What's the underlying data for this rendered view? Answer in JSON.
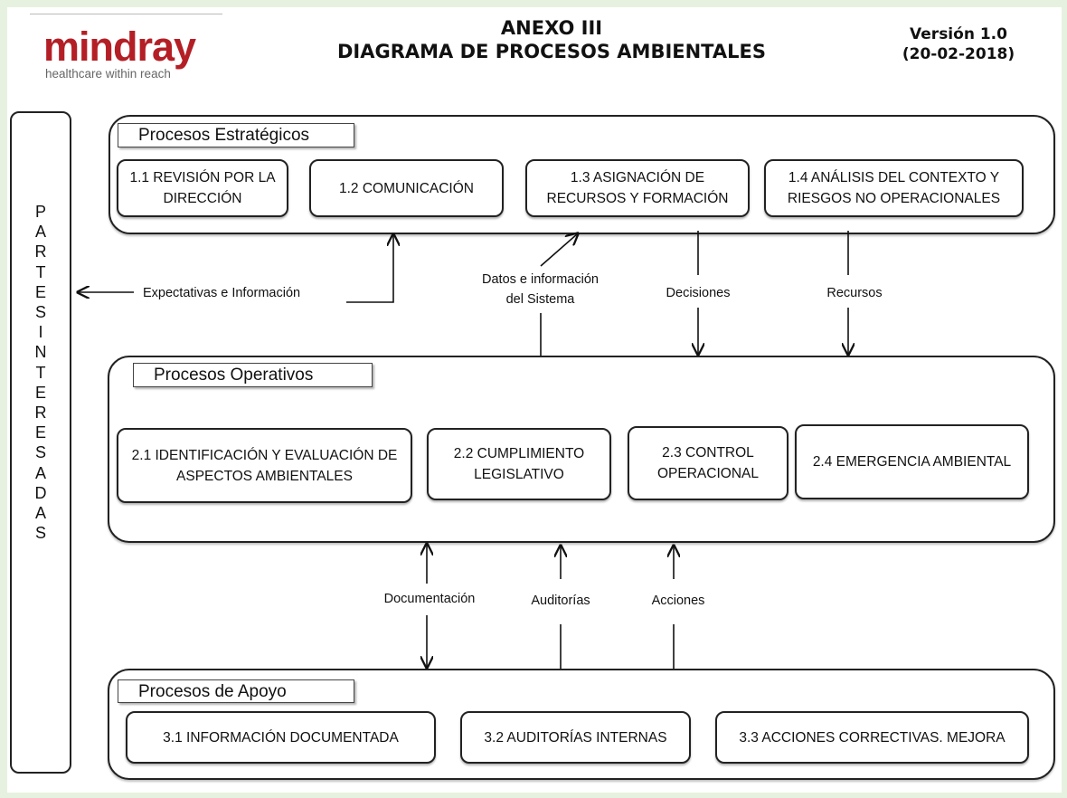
{
  "header": {
    "logo": "mindray",
    "tagline": "healthcare within reach",
    "title_line1": "ANEXO III",
    "title_line2": "DIAGRAMA DE PROCESOS AMBIENTALES",
    "version_line1": "Versión 1.0",
    "version_line2": "(20-02-2018)"
  },
  "side_panel": {
    "letters": [
      "P",
      "A",
      "R",
      "T",
      "E",
      "S",
      "I",
      "N",
      "T",
      "E",
      "R",
      "E",
      "S",
      "A",
      "D",
      "A",
      "S"
    ]
  },
  "strategic": {
    "title": "Procesos  Estratégicos",
    "boxes": [
      "1.1 REVISIÓN POR LA DIRECCIÓN",
      "1.2 COMUNICACIÓN",
      "1.3 ASIGNACIÓN DE RECURSOS Y FORMACIÓN",
      "1.4 ANÁLISIS DEL CONTEXTO Y RIESGOS NO OPERACIONALES"
    ]
  },
  "operative": {
    "title": "Procesos  Operativos",
    "boxes": [
      "2.1 IDENTIFICACIÓN Y EVALUACIÓN DE ASPECTOS AMBIENTALES",
      "2.2 CUMPLIMIENTO LEGISLATIVO",
      "2.3 CONTROL OPERACIONAL",
      "2.4 EMERGENCIA AMBIENTAL"
    ]
  },
  "support": {
    "title": "Procesos  de Apoyo",
    "boxes": [
      "3.1 INFORMACIÓN DOCUMENTADA",
      "3.2 AUDITORÍAS INTERNAS",
      "3.3 ACCIONES CORRECTIVAS. MEJORA"
    ]
  },
  "flow_labels": {
    "expectativas": "Expectativas e Información",
    "datos_line1": "Datos e información",
    "datos_line2": "del Sistema",
    "decisiones": "Decisiones",
    "recursos": "Recursos",
    "documentacion": "Documentación",
    "auditorias": "Auditorías",
    "acciones": "Acciones"
  }
}
